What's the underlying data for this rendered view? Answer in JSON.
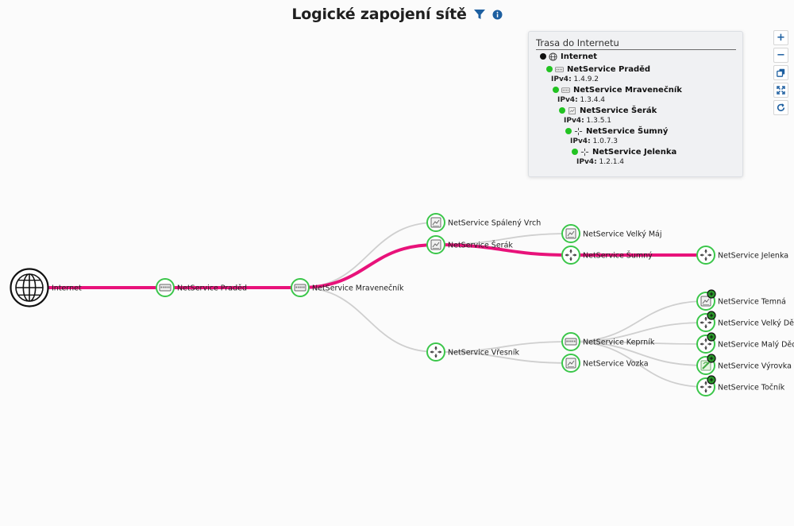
{
  "page": {
    "title": "Logické zapojení sítě"
  },
  "toolbar": {
    "filter_icon": "filter-icon",
    "info_icon": "info-icon"
  },
  "colors": {
    "route_line": "#e8127a",
    "edge": "#cfcfcf",
    "node_ring": "#3bc64a",
    "status_dot_online": "#22c322",
    "status_dot_root": "#111111",
    "accent": "#1d5fa0"
  },
  "graph": {
    "nodes": [
      {
        "id": "internet",
        "label": "Internet",
        "icon": "globe-icon",
        "badge": false
      },
      {
        "id": "praded",
        "label": "NetService Praděd",
        "icon": "switch-icon",
        "badge": false
      },
      {
        "id": "mravenecnik",
        "label": "NetService Mravenečník",
        "icon": "switch-icon",
        "badge": false
      },
      {
        "id": "spaleny",
        "label": "NetService Spálený Vrch",
        "icon": "router-icon",
        "badge": false
      },
      {
        "id": "serak",
        "label": "NetService Šerák",
        "icon": "router-icon",
        "badge": false
      },
      {
        "id": "velkymaj",
        "label": "NetService Velký Máj",
        "icon": "router-icon",
        "badge": false
      },
      {
        "id": "sumny",
        "label": "NetService Šumný",
        "icon": "wireless-ap-icon",
        "badge": false
      },
      {
        "id": "jelenka",
        "label": "NetService Jelenka",
        "icon": "wireless-ap-icon",
        "badge": false
      },
      {
        "id": "vresnik",
        "label": "NetService Vřesník",
        "icon": "wireless-ap-icon",
        "badge": false
      },
      {
        "id": "keprnik",
        "label": "NetService Keprník",
        "icon": "switch-icon",
        "badge": false
      },
      {
        "id": "vozka",
        "label": "NetService Vozka",
        "icon": "router-icon",
        "badge": false
      },
      {
        "id": "temna",
        "label": "NetService Temná",
        "icon": "router-icon",
        "badge": true
      },
      {
        "id": "velkyded",
        "label": "NetService Velký Děd",
        "icon": "wireless-ap-icon",
        "badge": true
      },
      {
        "id": "malyded",
        "label": "NetService Malý Děd",
        "icon": "wireless-ap-icon",
        "badge": true
      },
      {
        "id": "vyrovka",
        "label": "NetService Výrovka",
        "icon": "antenna-icon",
        "badge": true
      },
      {
        "id": "tocnik",
        "label": "NetService Točník",
        "icon": "wireless-ap-icon",
        "badge": true
      }
    ],
    "edges": [
      {
        "from": "internet",
        "to": "praded",
        "route": true
      },
      {
        "from": "praded",
        "to": "mravenecnik",
        "route": true
      },
      {
        "from": "mravenecnik",
        "to": "spaleny",
        "route": false
      },
      {
        "from": "mravenecnik",
        "to": "serak",
        "route": true
      },
      {
        "from": "mravenecnik",
        "to": "vresnik",
        "route": false
      },
      {
        "from": "serak",
        "to": "velkymaj",
        "route": false
      },
      {
        "from": "serak",
        "to": "sumny",
        "route": true
      },
      {
        "from": "sumny",
        "to": "jelenka",
        "route": true
      },
      {
        "from": "vresnik",
        "to": "keprnik",
        "route": false
      },
      {
        "from": "vresnik",
        "to": "vozka",
        "route": false
      },
      {
        "from": "keprnik",
        "to": "temna",
        "route": false
      },
      {
        "from": "keprnik",
        "to": "velkyded",
        "route": false
      },
      {
        "from": "keprnik",
        "to": "malyded",
        "route": false
      },
      {
        "from": "keprnik",
        "to": "vyrovka",
        "route": false
      },
      {
        "from": "keprnik",
        "to": "tocnik",
        "route": false
      }
    ]
  },
  "route_panel": {
    "title": "Trasa do Internetu",
    "ip_label": "IPv4:",
    "hops": [
      {
        "name": "Internet",
        "ip": "",
        "status": "root",
        "icon": "globe-icon"
      },
      {
        "name": "NetService Praděd",
        "ip": "1.4.9.2",
        "status": "online",
        "icon": "switch-icon"
      },
      {
        "name": "NetService Mravenečník",
        "ip": "1.3.4.4",
        "status": "online",
        "icon": "switch-icon"
      },
      {
        "name": "NetService Šerák",
        "ip": "1.3.5.1",
        "status": "online",
        "icon": "router-icon"
      },
      {
        "name": "NetService Šumný",
        "ip": "1.0.7.3",
        "status": "online",
        "icon": "wireless-ap-icon"
      },
      {
        "name": "NetService Jelenka",
        "ip": "1.2.1.4",
        "status": "online",
        "icon": "wireless-ap-icon"
      }
    ]
  },
  "zoom_controls": {
    "zoom_in": "+",
    "zoom_out": "−",
    "buttons": [
      {
        "name": "zoom-in-icon"
      },
      {
        "name": "zoom-out-icon"
      },
      {
        "name": "copy-icon"
      },
      {
        "name": "fit-view-icon"
      },
      {
        "name": "refresh-icon"
      }
    ]
  }
}
